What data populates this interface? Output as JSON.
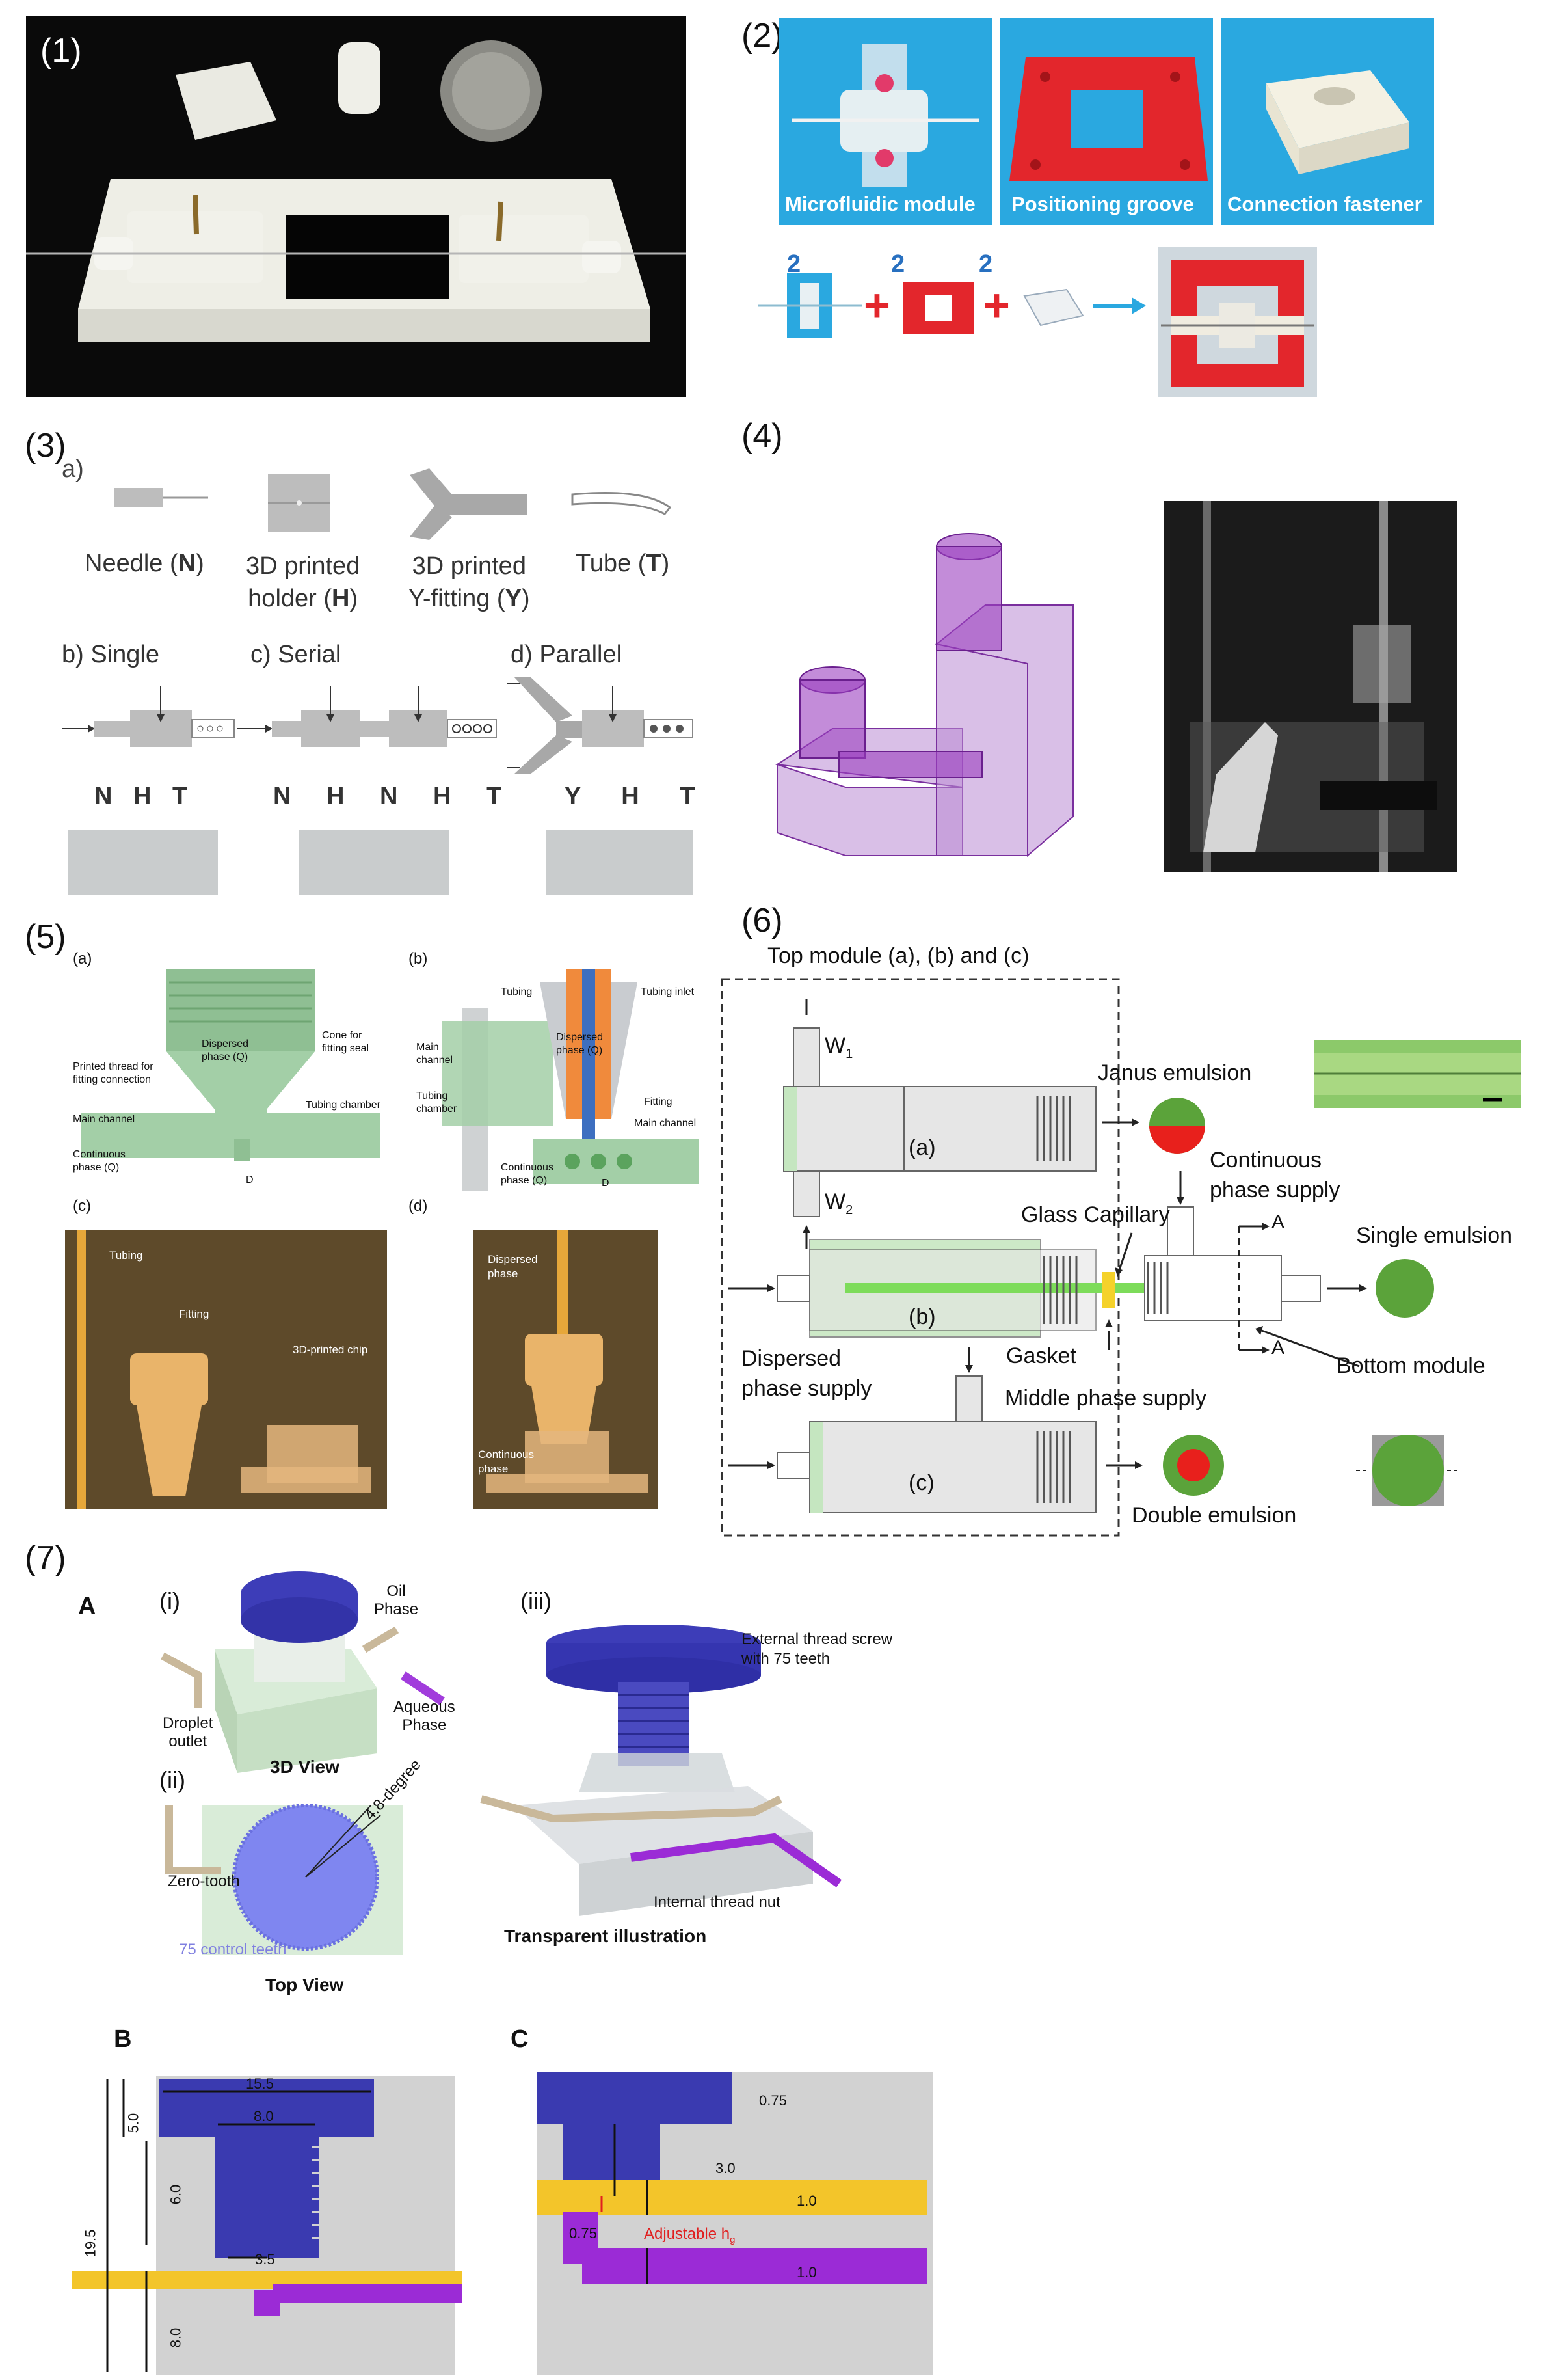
{
  "panels": {
    "p1": {
      "num": "(1)"
    },
    "p2": {
      "num": "(2)",
      "tiles": [
        "Microfluidic module",
        "Positioning groove",
        "Connection fastener"
      ],
      "counts": [
        "2",
        "2",
        "2"
      ]
    },
    "p3": {
      "num": "(3)",
      "sub_a": "a)",
      "parts": [
        {
          "name": "Needle",
          "abbr": "N"
        },
        {
          "name": "3D printed",
          "name2": "holder",
          "abbr": "H"
        },
        {
          "name": "3D printed",
          "name2": "Y-fitting",
          "abbr": "Y"
        },
        {
          "name": "Tube",
          "abbr": "T"
        }
      ],
      "configs": [
        "b) Single",
        "c) Serial",
        "d) Parallel"
      ],
      "seq_single": [
        "N",
        "H",
        "T"
      ],
      "seq_serial": [
        "N",
        "H",
        "N",
        "H",
        "T"
      ],
      "seq_parallel": [
        "Y",
        "H",
        "T"
      ]
    },
    "p4": {
      "num": "(4)"
    },
    "p5": {
      "num": "(5)",
      "subs": [
        "(a)",
        "(b)",
        "(c)",
        "(d)"
      ],
      "a_labels": [
        "Printed thread for",
        "fitting connection",
        "Dispersed",
        "phase (Q",
        "Cone for",
        "fitting seal",
        "Tubing chamber",
        "Main channel",
        "Continuous",
        "phase (Q",
        "D"
      ],
      "b_labels": [
        "Tubing",
        "Tubing inlet",
        "Main",
        "channel",
        "Dispersed",
        "phase (Q",
        "Tubing",
        "chamber",
        "Fitting",
        "Main channel",
        "Continuous",
        "phase (Q",
        "D"
      ],
      "c_labels": [
        "Tubing",
        "Fitting",
        "3D-printed chip"
      ],
      "d_labels": [
        "Dispersed",
        "phase",
        "Continuous",
        "phase"
      ]
    },
    "p6": {
      "num": "(6)",
      "title": "Top module (a), (b) and (c)",
      "w1": "W",
      "w2": "W",
      "mod_a": "(a)",
      "mod_b": "(b)",
      "mod_c": "(c)",
      "janus": "Janus emulsion",
      "continuous": "Continuous",
      "continuous2": "phase supply",
      "glass": "Glass Capillary",
      "single": "Single emulsion",
      "gasket": "Gasket",
      "dispersed": "Dispersed",
      "dispersed2": "phase supply",
      "bottom": "Bottom  module",
      "middle": "Middle phase supply",
      "double": "Double emulsion",
      "sectionA": "A",
      "sectionA2": "A"
    },
    "p7": {
      "num": "(7)",
      "A": "A",
      "B": "B",
      "C": "C",
      "i": "(i)",
      "ii": "(ii)",
      "iii": "(iii)",
      "oil": "Oil",
      "oil2": "Phase",
      "aqueous": "Aqueous",
      "aqueous2": "Phase",
      "droplet": "Droplet",
      "droplet2": "outlet",
      "view3d": "3D View",
      "zero": "Zero-tooth",
      "deg": "4.8-degree",
      "control": "75 control teeth",
      "topview": "Top View",
      "screw": "External thread screw",
      "screw2": "with 75 teeth",
      "nut": "Internal thread nut",
      "transparent": "Transparent illustration",
      "dims_B": [
        "15.5",
        "8.0",
        "5.0",
        "6.0",
        "19.5",
        "3.5",
        "8.0"
      ],
      "dims_C": [
        "0.75",
        "3.0",
        "1.0",
        "0.75",
        "Adjustable h",
        "1.0"
      ]
    }
  },
  "colors": {
    "green": "#5ba33a",
    "red": "#e8201c",
    "purple": "#9b2bd6",
    "navy": "#3a3ab0",
    "yellow": "#f3c52a",
    "pink_red": "#e8303a",
    "panel_blue": "#29a7e0"
  }
}
